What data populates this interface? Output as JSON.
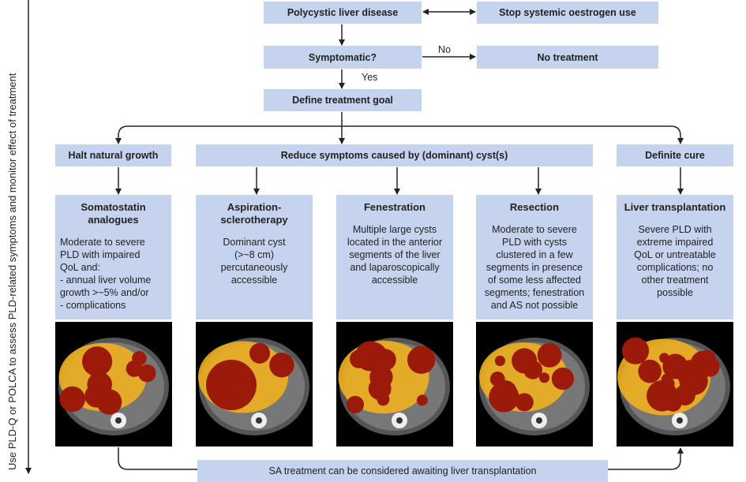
{
  "side_label": "Use PLD-Q or POLCA to assess PLD-related symptoms and monitor effect of treatment",
  "top": {
    "start": "Polycystic liver disease",
    "stop": "Stop systemic oestrogen use",
    "symptomatic": "Symptomatic?",
    "no_label": "No",
    "no_treatment": "No treatment",
    "yes_label": "Yes",
    "goal": "Define treatment goal"
  },
  "goals": {
    "halt": "Halt natural growth",
    "reduce": "Reduce symptoms caused by (dominant) cyst(s)",
    "cure": "Definite cure"
  },
  "treatments": [
    {
      "title": "Somatostatin analogues",
      "desc": "Moderate to severe\nPLD with impaired\nQoL and:\n- annual liver volume\n  growth >~5% and/or\n- complications"
    },
    {
      "title": "Aspiration-sclerotherapy",
      "desc": "Dominant cyst\n(>~8 cm)\npercutaneously\naccessible"
    },
    {
      "title": "Fenestration",
      "desc": "Multiple large cysts\nlocated in the anterior\nsegments of the liver\nand laparoscopically\naccessible"
    },
    {
      "title": "Resection",
      "desc": "Moderate to severe\nPLD with cysts\nclustered in a few\nsegments in presence\nof some less affected\nsegments; fenestration\nand AS not possible"
    },
    {
      "title": "Liver transplantation",
      "desc": "Severe PLD with\nextreme impaired\nQoL or untreatable\ncomplications; no\nother treatment\npossible"
    }
  ],
  "bottom_note": "SA treatment can be considered awaiting liver transplantation",
  "colors": {
    "box": "#c5d3ee",
    "line": "#222222",
    "cyst": "#9b1a0a",
    "liver": "#f0b020"
  }
}
